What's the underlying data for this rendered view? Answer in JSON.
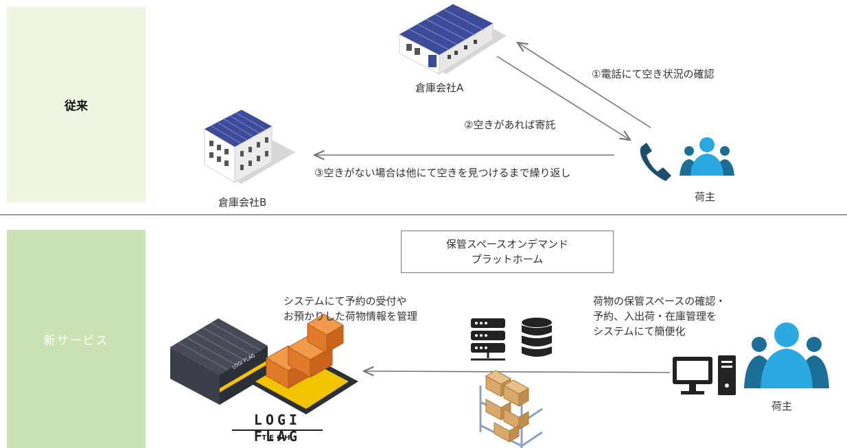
{
  "sections": {
    "old_label": "従来",
    "new_label": "新サービス"
  },
  "old_flow": {
    "warehouse_a": "倉庫会社A",
    "warehouse_b": "倉庫会社B",
    "shipper": "荷主",
    "step1": "①電話にて空き状況の確認",
    "step2": "②空きがあれば寄託",
    "step3": "③空きがない場合は他にて空きを見つけるまで繰り返し"
  },
  "new_flow": {
    "platform_line1": "保管スペースオンデマンド",
    "platform_line2": "プラットホーム",
    "system_note_line1": "システムにて予約の受付や",
    "system_note_line2": "お預かりした荷物情報を管理",
    "shipper_note_line1": "荷物の保管スペースの確認・",
    "shipper_note_line2": "予約、入出荷・在庫管理を",
    "shipper_note_line3": "システムにて簡便化",
    "shipper": "荷主",
    "logo_main": "LOGI FLAG",
    "logo_sub": "TECH",
    "warehouse_sign": "LOGI FLAG"
  },
  "colors": {
    "old_bg": "#eef5e2",
    "new_bg": "#cbe2b4",
    "person_blue": "#2aa9e0",
    "person_dark": "#1c6e96",
    "roof_blue": "#3c4b9a",
    "box_orange": "#e07a2a"
  },
  "icons": [
    "warehouse-icon",
    "phone-icon",
    "people-icon",
    "server-icon",
    "database-icon",
    "computer-icon",
    "pallet-boxes-icon",
    "logi-flag-warehouse-icon"
  ]
}
